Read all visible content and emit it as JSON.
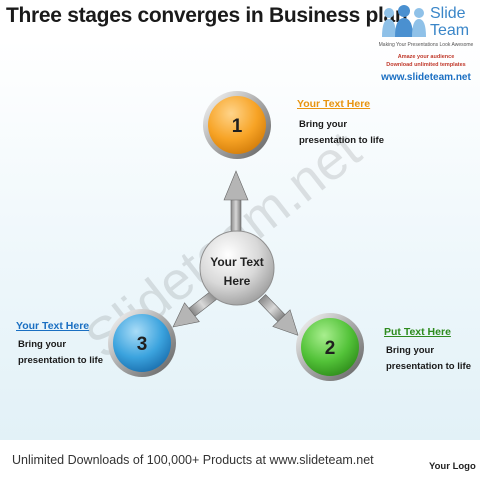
{
  "title": "Three stages converges in Business plan",
  "brand": {
    "name_line1": "Slide",
    "name_line2": "Team",
    "tagline": "Making Your Presentations Look Awesome",
    "promo_line1": "Amaze your audience",
    "promo_line2": "Download unlimited templates",
    "url": "www.slideteam.net"
  },
  "diagram": {
    "center_label_line1": "Your Text",
    "center_label_line2": "Here",
    "nodes": [
      {
        "number": "1",
        "color": "#f7a325",
        "heading": "Your Text Here",
        "heading_color": "#e8940f",
        "body_line1": "Bring your",
        "body_line2": "presentation to life"
      },
      {
        "number": "2",
        "color": "#52c238",
        "heading": "Put Text Here",
        "heading_color": "#2e8b1e",
        "body_line1": "Bring your",
        "body_line2": "presentation to life"
      },
      {
        "number": "3",
        "color": "#3ba3de",
        "heading": "Your Text Here",
        "heading_color": "#1a6fc2",
        "body_line1": "Bring your",
        "body_line2": "presentation to life"
      }
    ]
  },
  "watermark": "Slideteam.net",
  "footer": "Unlimited Downloads of 100,000+ Products at www.slideteam.net",
  "logo_placeholder": "Your Logo"
}
